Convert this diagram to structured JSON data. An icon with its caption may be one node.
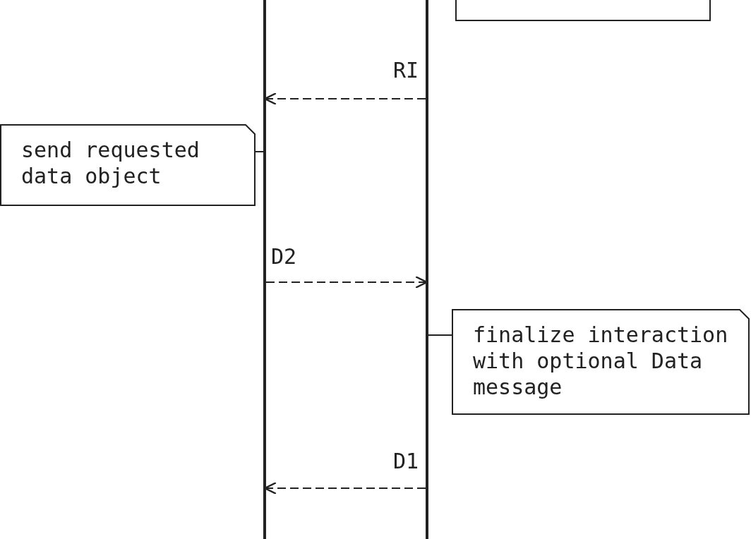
{
  "diagram": {
    "nodes": [
      {
        "text": [],
        "shape": "box"
      },
      {
        "text": [],
        "shape": "bar"
      },
      {
        "text": [],
        "shape": "bar"
      },
      {
        "text": [
          "send requested data object"
        ]
      },
      {
        "text": [
          "finalize interaction with optional Data message"
        ]
      }
    ],
    "edges": [
      {
        "from": 2,
        "to": 1,
        "arrow": "to",
        "label": "RI",
        "style": "dashed"
      },
      {
        "from": 3,
        "to": 1,
        "arrow": "none"
      },
      {
        "from": 1,
        "to": 2,
        "arrow": "to",
        "label": "D2",
        "style": "dashed"
      },
      {
        "from": 2,
        "to": 4,
        "arrow": "none"
      },
      {
        "from": 2,
        "to": 1,
        "arrow": "to",
        "label": "D1",
        "style": "dashed"
      }
    ]
  }
}
